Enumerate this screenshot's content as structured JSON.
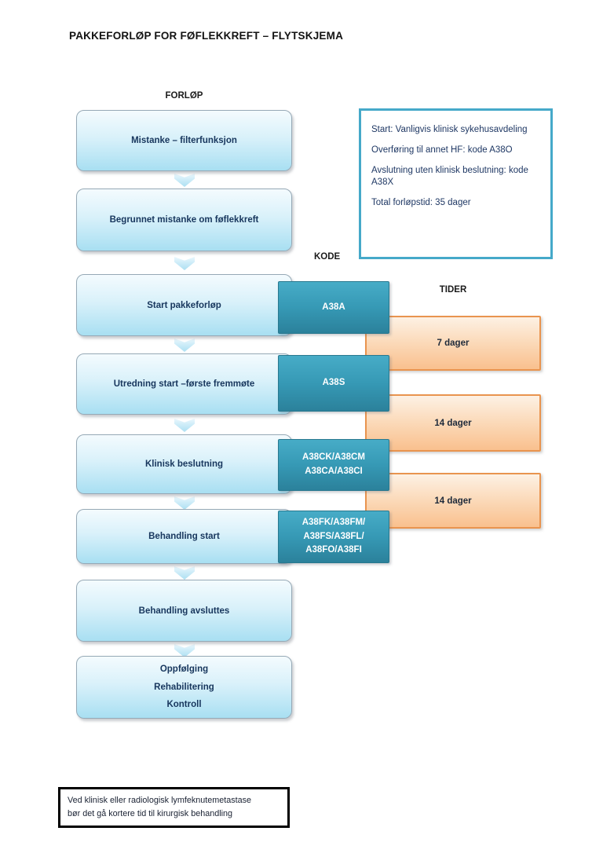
{
  "title": "PAKKEFORLØP FOR FØFLEKKREFT – FLYTSKJEMA",
  "column_labels": {
    "forlop": "FORLØP",
    "kode": "KODE",
    "tider": "TIDER"
  },
  "flow": {
    "boxes": [
      {
        "label": "Mistanke – filterfunksjon"
      },
      {
        "label": "Begrunnet mistanke om føflekkreft"
      },
      {
        "label": "Start pakkeforløp"
      },
      {
        "label": "Utredning start –første fremmøte"
      },
      {
        "label": "Klinisk beslutning"
      },
      {
        "label": "Behandling start"
      },
      {
        "label": "Behandling avsluttes"
      },
      {
        "lines": [
          "Oppfølging",
          "Rehabilitering",
          "Kontroll"
        ]
      }
    ]
  },
  "codes": [
    {
      "lines": [
        "A38A"
      ]
    },
    {
      "lines": [
        "A38S"
      ]
    },
    {
      "lines": [
        "A38CK/A38CM",
        "A38CA/A38CI"
      ]
    },
    {
      "lines": [
        "A38FK/A38FM/",
        "A38FS/A38FL/",
        "A38FO/A38FI"
      ]
    }
  ],
  "timers": [
    {
      "label": "7 dager"
    },
    {
      "label": "14 dager"
    },
    {
      "label": "14 dager"
    }
  ],
  "info_box": {
    "lines": [
      "Start: Vanligvis klinisk sykehusavdeling",
      "Overføring til annet HF: kode A38O",
      "Avslutning uten klinisk beslutning: kode A38X",
      "Total forløpstid: 35 dager"
    ]
  },
  "note_box": {
    "lines": [
      "Ved klinisk eller radiologisk lymfeknutemetastase",
      "bør det gå kortere tid til kirurgisk behandling"
    ]
  },
  "colors": {
    "flow_blue": "#A8DFF2",
    "code_teal": "#31859C",
    "timer_orange": "#FAC090",
    "timer_border": "#E9944F",
    "info_border": "#4BACC6",
    "text_navy": "#17365D"
  }
}
